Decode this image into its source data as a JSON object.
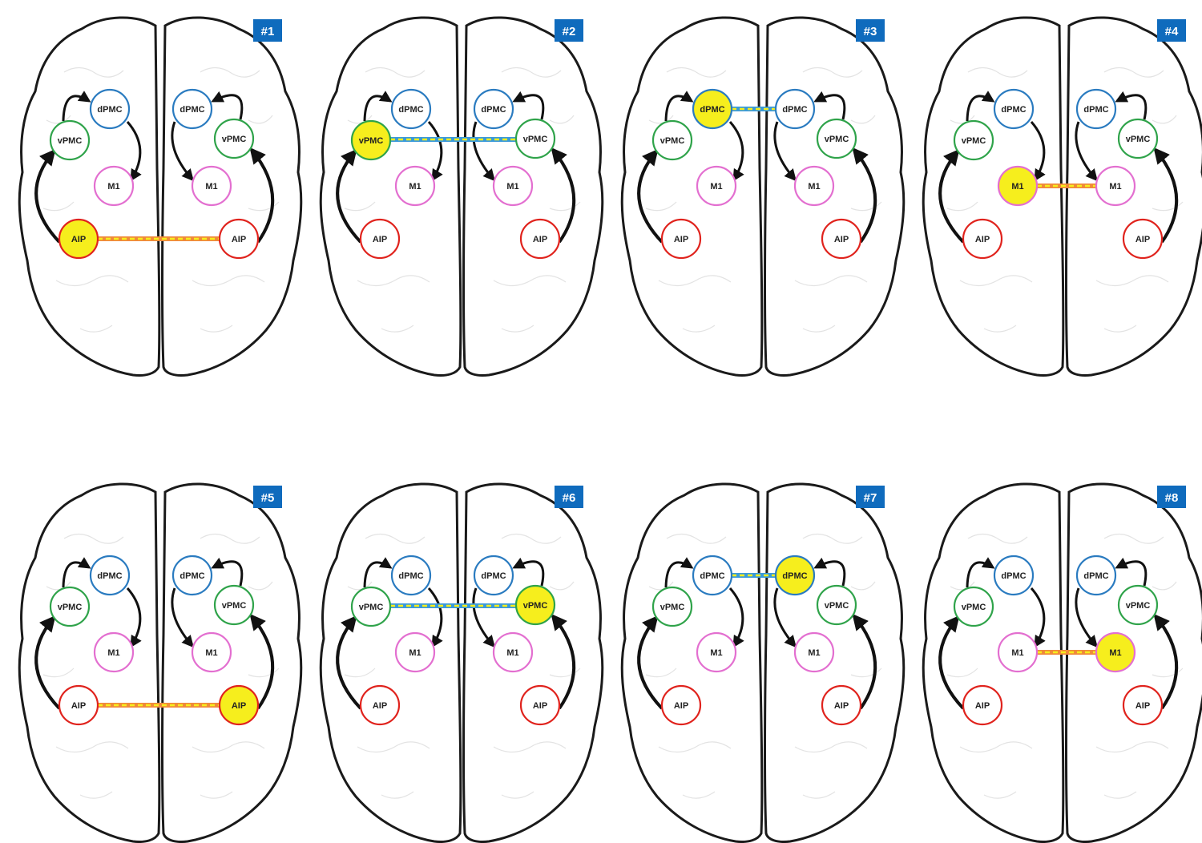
{
  "colors": {
    "dPMC": "#2a7bc0",
    "vPMC": "#2fa34a",
    "M1": "#e36fd0",
    "AIP": "#e0231d",
    "highlight_fill": "#f6ee1d",
    "badge": "#0f6bbd",
    "outline": "#1a1a1a"
  },
  "panels": [
    {
      "label": "#1",
      "region": "AIP",
      "side": "left"
    },
    {
      "label": "#2",
      "region": "vPMC",
      "side": "left"
    },
    {
      "label": "#3",
      "region": "dPMC",
      "side": "left"
    },
    {
      "label": "#4",
      "region": "M1",
      "side": "left"
    },
    {
      "label": "#5",
      "region": "AIP",
      "side": "right"
    },
    {
      "label": "#6",
      "region": "vPMC",
      "side": "right"
    },
    {
      "label": "#7",
      "region": "dPMC",
      "side": "right"
    },
    {
      "label": "#8",
      "region": "M1",
      "side": "right"
    }
  ],
  "node_labels": {
    "dPMC": "dPMC",
    "vPMC": "vPMC",
    "M1": "M1",
    "AIP": "AIP"
  }
}
